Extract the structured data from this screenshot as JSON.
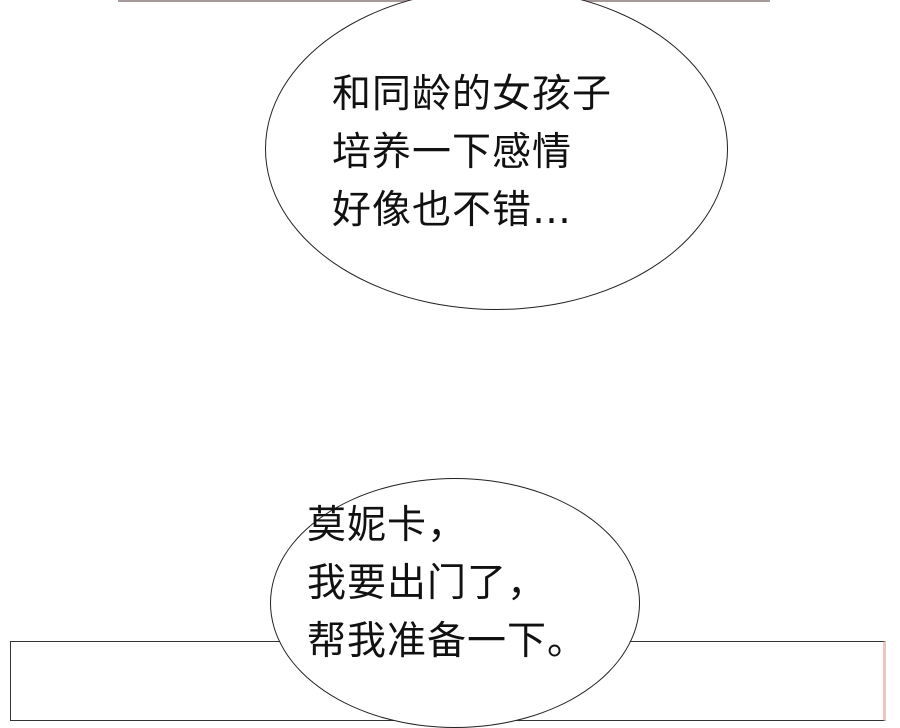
{
  "bubbles": [
    {
      "lines": [
        "和同龄的女孩子",
        "培养一下感情",
        "好像也不错…"
      ]
    },
    {
      "lines": [
        "莫妮卡，",
        "我要出门了，",
        "帮我准备一下。"
      ]
    }
  ],
  "colors": {
    "panel_border": "#333333",
    "panel_edge": "#e9c9bd",
    "top_line": "#a89a9a"
  }
}
